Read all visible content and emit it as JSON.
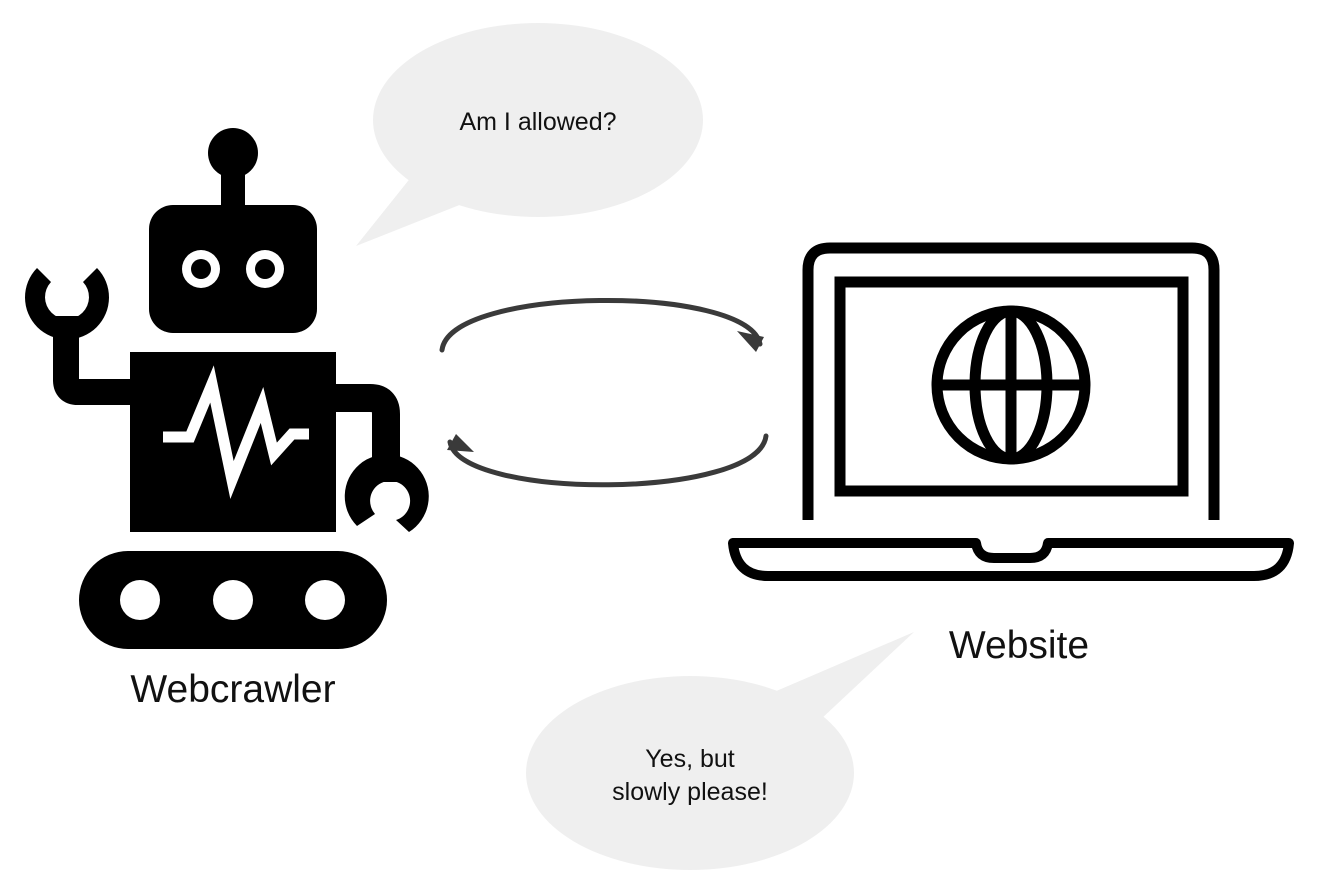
{
  "nodes": {
    "webcrawler": {
      "label": "Webcrawler",
      "icon": "robot-icon"
    },
    "website": {
      "label": "Website",
      "icon": "laptop-globe-icon"
    }
  },
  "bubbles": {
    "request": {
      "text": "Am I allowed?",
      "speaker": "webcrawler"
    },
    "response": {
      "lines": [
        "Yes, but",
        "slowly please!"
      ],
      "speaker": "website"
    }
  },
  "arrows": [
    {
      "from": "webcrawler",
      "to": "website",
      "icon": "arrow-right-curved-icon"
    },
    {
      "from": "website",
      "to": "webcrawler",
      "icon": "arrow-left-curved-icon"
    }
  ],
  "colors": {
    "ink": "#000000",
    "bubble_fill": "#efefef",
    "arrow": "#3a3a3a",
    "text": "#111111",
    "background": "#ffffff"
  }
}
